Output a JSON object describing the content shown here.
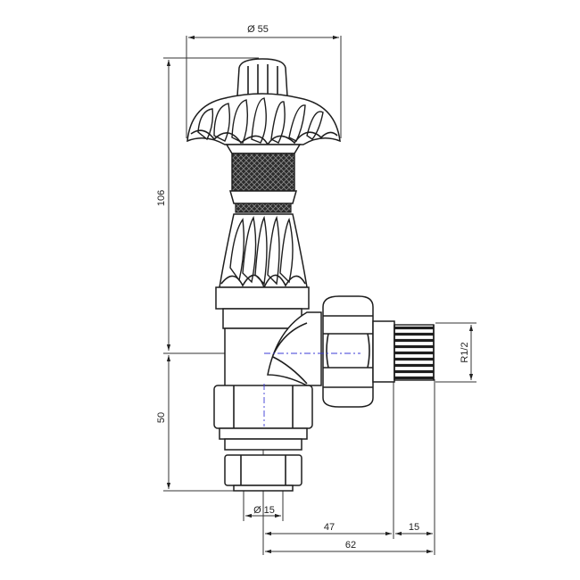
{
  "drawing": {
    "dimensions": {
      "top_diameter": "Ø 55",
      "height_upper": "106",
      "height_lower": "50",
      "thread": "R1/2",
      "tail_diameter": "Ø 15",
      "offset_47": "47",
      "offset_15": "15",
      "overall_62": "62"
    },
    "colors": {
      "line": "#1e1e1e",
      "centerline": "#3b3bd6",
      "background": "#ffffff"
    }
  }
}
